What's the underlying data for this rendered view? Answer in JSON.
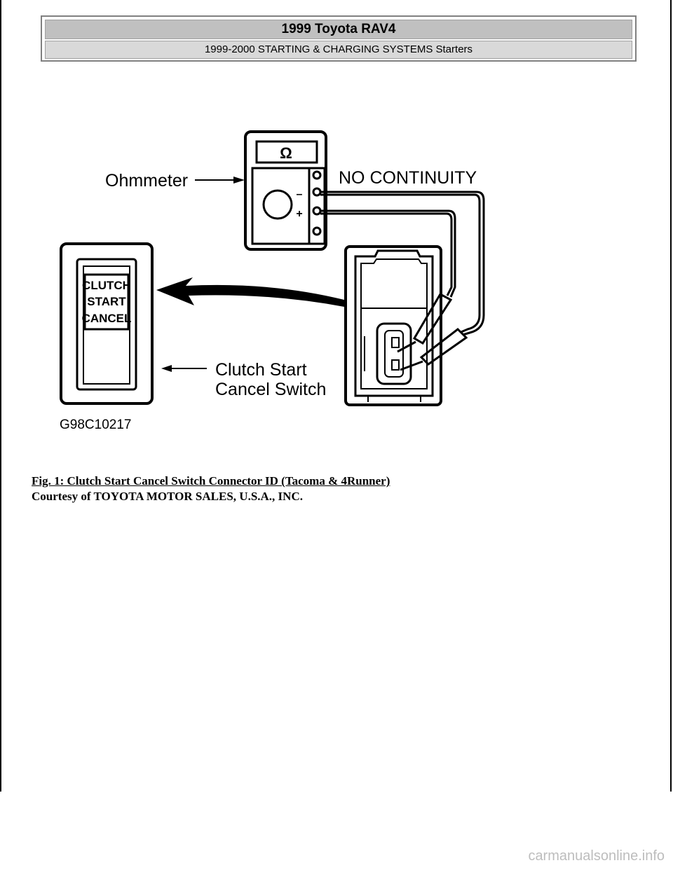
{
  "header": {
    "title": "1999 Toyota RAV4",
    "subtitle": "1999-2000 STARTING & CHARGING SYSTEMS Starters"
  },
  "figure": {
    "meter_symbol": "Ω",
    "label_ohmmeter": "Ohmmeter",
    "label_no_continuity": "NO CONTINUITY",
    "switch_text": [
      "CLUTCH",
      "START",
      "CANCEL"
    ],
    "label_switch_line1": "Clutch Start",
    "label_switch_line2": "Cancel Switch",
    "minus_sign": "–",
    "plus_sign": "+",
    "figure_id": "G98C10217"
  },
  "caption": {
    "title": "Fig. 1: Clutch Start Cancel Switch Connector ID (Tacoma & 4Runner)",
    "credit": "Courtesy of TOYOTA MOTOR SALES, U.S.A., INC."
  },
  "watermark": "carmanualsonline.info"
}
